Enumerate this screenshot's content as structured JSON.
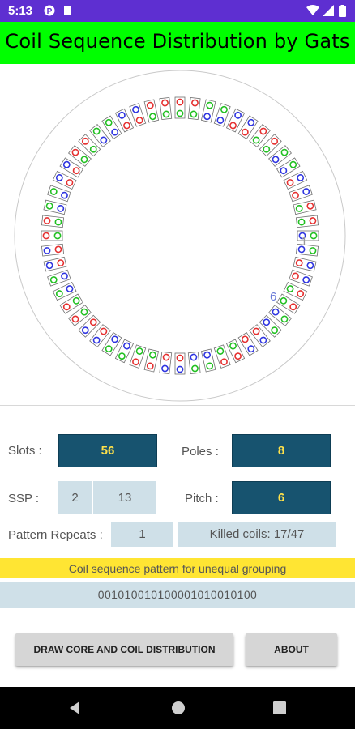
{
  "status_bar": {
    "time": "5:13"
  },
  "app_bar": {
    "title": "Coil Sequence Distribution by Gats"
  },
  "diagram": {
    "slots": 56,
    "phase_colors": [
      "#e53030",
      "#22c022",
      "#2f35e0"
    ],
    "marker_top": "1",
    "marker_bottom": "6"
  },
  "form": {
    "slots_label": "Slots :",
    "slots_value": "56",
    "poles_label": "Poles :",
    "poles_value": "8",
    "ssp_label": "SSP :",
    "ssp_value_1": "2",
    "ssp_value_2": "13",
    "pitch_label": "Pitch :",
    "pitch_value": "6",
    "pattern_repeats_label": "Pattern Repeats :",
    "pattern_repeats_value": "1",
    "killed_coils": "Killed coils: 17/47"
  },
  "sequence": {
    "heading": "Coil sequence pattern for unequal grouping",
    "pattern": "001010010100001010010100"
  },
  "buttons": {
    "draw": "DRAW CORE AND COIL DISTRIBUTION",
    "about": "ABOUT"
  }
}
